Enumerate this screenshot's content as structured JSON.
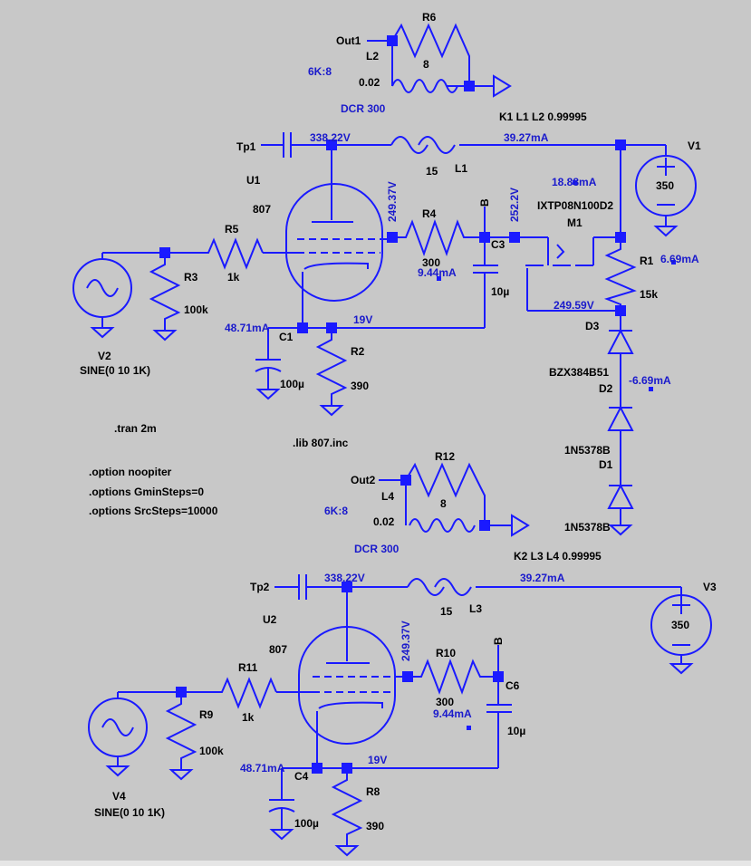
{
  "components": {
    "U1": "U1",
    "U1_model": "807",
    "U2": "U2",
    "U2_model": "807",
    "R3": "R3",
    "R3_val": "100k",
    "R5": "R5",
    "R5_val": "1k",
    "R4": "R4",
    "R4_val": "300",
    "R2": "R2",
    "R2_val": "390",
    "R1": "R1",
    "R1_val": "15k",
    "R6": "R6",
    "R6_val": "8",
    "R9": "R9",
    "R9_val": "100k",
    "R11": "R11",
    "R11_val": "1k",
    "R10": "R10",
    "R10_val": "300",
    "R8": "R8",
    "R8_val": "390",
    "R12": "R12",
    "R12_val": "8",
    "C1": "C1",
    "C1_val": "100µ",
    "C3": "C3",
    "C3_val": "10µ",
    "C4": "C4",
    "C4_val": "100µ",
    "C6": "C6",
    "C6_val": "10µ",
    "L1": "L1",
    "L1_val": "15",
    "L2": "L2",
    "L2_val": "0.02",
    "L3": "L3",
    "L3_val": "15",
    "L4": "L4",
    "L4_val": "0.02",
    "V1": "V1",
    "V1_val": "350",
    "V3": "V3",
    "V3_val": "350",
    "V2": "V2",
    "V2_val": "SINE(0 10 1K)",
    "V4": "V4",
    "V4_val": "SINE(0 10 1K)",
    "M1": "M1",
    "M1_model": "IXTP08N100D2",
    "D1": "D1",
    "D1_model": "1N5378B",
    "D2": "D2",
    "D2_model": "1N5378B",
    "D3": "D3",
    "D3_model": "BZX384B51"
  },
  "nets": {
    "tp1": "Tp1",
    "tp2": "Tp2",
    "out1": "Out1",
    "out2": "Out2",
    "b1": "B",
    "b2": "B"
  },
  "annotations": {
    "ratio1": "6K:8",
    "ratio2": "6K:8",
    "dcr1": "DCR 300",
    "dcr2": "DCR 300",
    "k1": "K1 L1 L2 0.99995",
    "k2": "K2 L3 L4 0.99995"
  },
  "probes": {
    "v_plate1": "338.22V",
    "i_l1": "39.27mA",
    "v_screen1": "249.37V",
    "v_b1": "252.2V",
    "i_m1": "18.88mA",
    "i_r1": "6.69mA",
    "i_r4": "9.44mA",
    "v_r1": "249.59V",
    "i_cath1": "48.71mA",
    "v_cath1": "19V",
    "i_d2": "-6.69mA",
    "v_plate2": "338.22V",
    "i_l3": "39.27mA",
    "v_screen2": "249.37V",
    "i_r10": "9.44mA",
    "i_cath2": "48.71mA",
    "v_cath2": "19V"
  },
  "directives": {
    "tran": ".tran 2m",
    "lib": ".lib 807.inc",
    "opt1": ".option noopiter",
    "opt2": ".options GminSteps=0",
    "opt3": ".options SrcSteps=10000"
  }
}
